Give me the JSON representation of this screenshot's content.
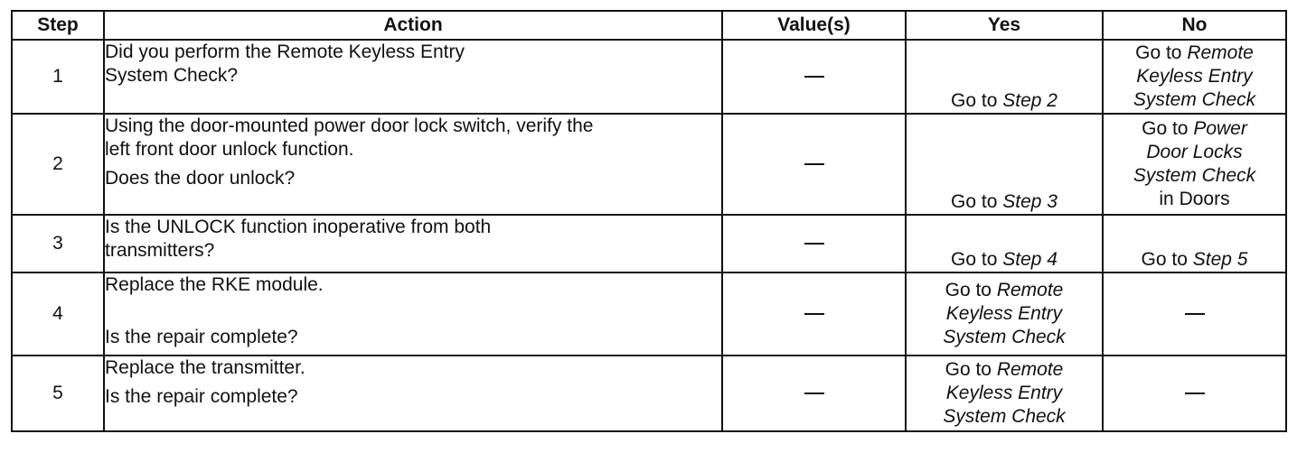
{
  "table": {
    "headers": {
      "step": "Step",
      "action": "Action",
      "values": "Value(s)",
      "yes": "Yes",
      "no": "No"
    },
    "rows": [
      {
        "step": "1",
        "action": [
          "Did you perform the Remote Keyless Entry",
          "System Check?"
        ],
        "value": "—",
        "yes": {
          "prefix": "Go to ",
          "ref": "Step 2"
        },
        "no": {
          "prefix": "Go to ",
          "ref_lines": [
            "Remote",
            "Keyless Entry",
            "System Check"
          ]
        }
      },
      {
        "step": "2",
        "action": [
          "Using the door-mounted power door lock switch, verify the",
          "left front door unlock function.",
          "Does the door unlock?"
        ],
        "value": "—",
        "yes": {
          "prefix": "Go to ",
          "ref": "Step 3"
        },
        "no": {
          "prefix": "Go to ",
          "ref_lines": [
            "Power",
            "Door Locks",
            "System Check"
          ],
          "suffix": "in Doors"
        }
      },
      {
        "step": "3",
        "action": [
          "Is the UNLOCK function inoperative from both",
          "transmitters?"
        ],
        "value": "—",
        "yes": {
          "prefix": "Go to ",
          "ref": "Step 4"
        },
        "no": {
          "prefix": "Go to ",
          "ref": "Step 5"
        }
      },
      {
        "step": "4",
        "action": [
          "Replace the RKE module.",
          "Is the repair complete?"
        ],
        "value": "—",
        "yes": {
          "prefix": "Go to ",
          "ref_lines": [
            "Remote",
            "Keyless Entry",
            "System Check"
          ]
        },
        "no": "—"
      },
      {
        "step": "5",
        "action": [
          "Replace the transmitter.",
          "Is the repair complete?"
        ],
        "value": "—",
        "yes": {
          "prefix": "Go to ",
          "ref_lines": [
            "Remote",
            "Keyless Entry",
            "System Check"
          ]
        },
        "no": "—"
      }
    ]
  }
}
